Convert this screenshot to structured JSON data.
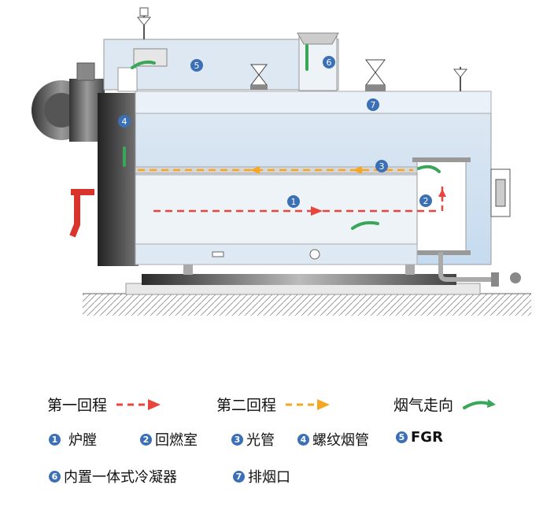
{
  "markers": {
    "m1": "1",
    "m2": "2",
    "m3": "3",
    "m4": "4",
    "m5": "5",
    "m6": "6",
    "m7": "7"
  },
  "legend": {
    "first_pass": "第一回程",
    "second_pass": "第二回程",
    "flue_flow": "烟气走向",
    "items": [
      {
        "num": "1",
        "label": "炉膛"
      },
      {
        "num": "2",
        "label": "回燃室"
      },
      {
        "num": "3",
        "label": "光管"
      },
      {
        "num": "4",
        "label": "螺纹烟管"
      },
      {
        "num": "5",
        "label": "FGR"
      },
      {
        "num": "6",
        "label": "内置一体式冷凝器"
      },
      {
        "num": "7",
        "label": "排烟口"
      }
    ]
  },
  "colors": {
    "first_pass": "#e8453c",
    "second_pass": "#f5a623",
    "flue_flow": "#3aa65a",
    "water": "#cfe3f4",
    "marker": "#3b6fb6"
  }
}
